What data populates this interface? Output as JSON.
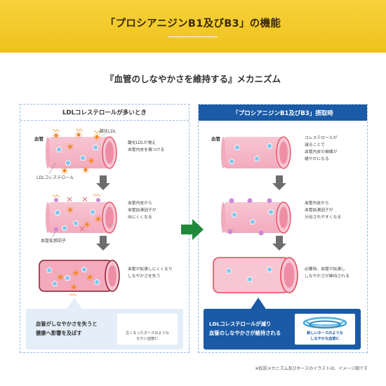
{
  "header": {
    "title": "「プロシアニジンB1及びB3」の機能"
  },
  "subtitle": "『血管のしなやかさを維持する』メカニズム",
  "left_panel": {
    "title": "LDLコレステロールが多いとき",
    "label_vessel": "血管",
    "label_oxidized_ldl": "酸化LDL",
    "label_ldl": "LDLコレステロール",
    "label_factor": "血管拡張因子",
    "step1_lines": [
      "酸化LDLが増え",
      "血管内皮を傷つける"
    ],
    "step2_lines": [
      "血管内皮から",
      "血管拡張因子が",
      "出にくくなる"
    ],
    "step3_lines": [
      "血管が拡張しにくくなり",
      "しなやかさを失う"
    ],
    "callout_lines": [
      "血管がしなやかさを失うと",
      "健康へ影響を及ぼす"
    ],
    "callout_caption_lines": [
      "古くなったホースのような",
      "かたい血管に"
    ]
  },
  "right_panel": {
    "title": "「プロシアニジンB1及びB3」摂取時",
    "label_vessel": "血管",
    "step1_lines": [
      "コレステロールが",
      "減ることで",
      "血管内皮の損傷が",
      "緩やかになる"
    ],
    "step2_lines": [
      "血管内皮から",
      "血管拡張因子が",
      "分泌されやすくなる"
    ],
    "step3_lines": [
      "必要時、血管が拡張し",
      "しなやかさが維持される"
    ],
    "callout_lines": [
      "LDLコレステロールが減り",
      "血管のしなやかさが維持される"
    ],
    "callout_caption_lines": [
      "新しいホースのような",
      "しなやかな血管に"
    ]
  },
  "footnote": "※仮説メカニズム及びホースのイラストは、イメージ図です",
  "colors": {
    "header_yellow": "#efc21c",
    "panel_blue": "#1a5aa6",
    "vessel_pink": "#f5b9c9",
    "vessel_red_outline": "#e4495d",
    "vessel_dark_outline": "#8a1e2c",
    "ldl_blue": "#7ec8ec",
    "oxidized_orange": "#f08a24",
    "factor_purple": "#c98ad7",
    "arrow_green": "#1f8a3a",
    "arrow_gray": "#6d6d6d"
  }
}
